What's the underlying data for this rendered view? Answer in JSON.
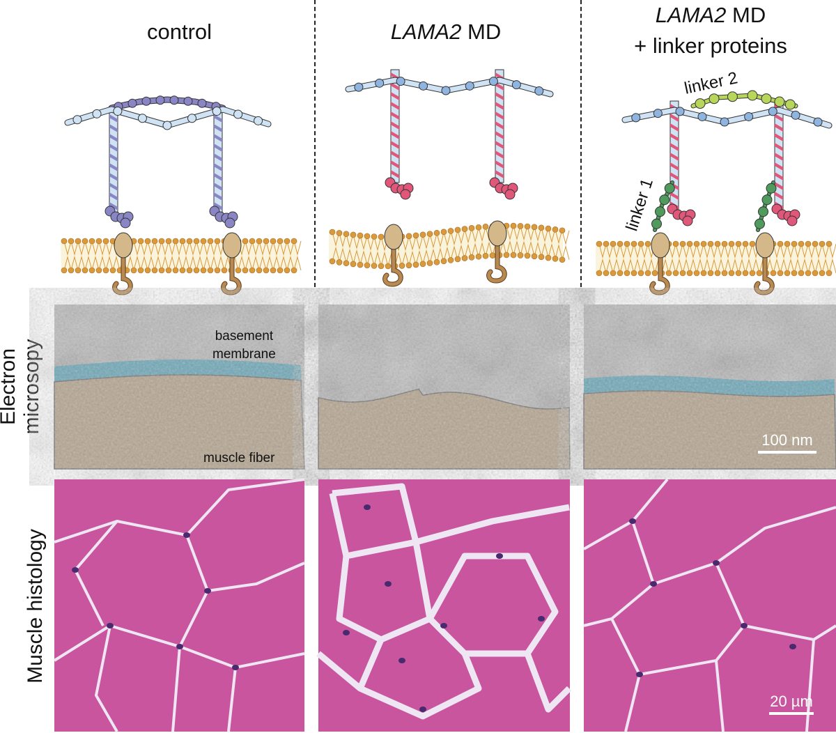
{
  "columns": [
    {
      "title": "control"
    },
    {
      "title_italic": "LAMA2",
      "title_rest": " MD"
    },
    {
      "title_italic": "LAMA2",
      "title_rest": " MD",
      "title_line2": "+ linker proteins"
    }
  ],
  "diagram_labels": {
    "linker1": "linker 1",
    "linker2": "linker 2"
  },
  "rows": {
    "em": {
      "label_line1": "Electron",
      "label_line2": "microsopy"
    },
    "histology": {
      "label": "Muscle histology"
    }
  },
  "em_labels": {
    "basement_line1": "basement",
    "basement_line2": "membrane",
    "muscle_fiber": "muscle fiber",
    "scale": "100 nm"
  },
  "histology_labels": {
    "scale": "20 µm"
  },
  "colors": {
    "laminin_light": "#cfe3f5",
    "laminin_blue": "#8fb4e0",
    "laminin_purple": "#8a86c6",
    "laminin_red": "#e0577a",
    "linker_green": "#4f9a5c",
    "linker_lime": "#b7d65a",
    "membrane": "#d89a3c",
    "membrane_bg": "#fbf4dc",
    "receptor": "#d5b88a",
    "hook": "#b88a52",
    "em_gray": "#b9b9b9",
    "em_blue": "#6fa8b8",
    "em_tan": "#b5a590",
    "histo_pink": "#c8559e",
    "histo_border": "#efe6f4",
    "histo_nucleus": "#4a2a6e"
  }
}
